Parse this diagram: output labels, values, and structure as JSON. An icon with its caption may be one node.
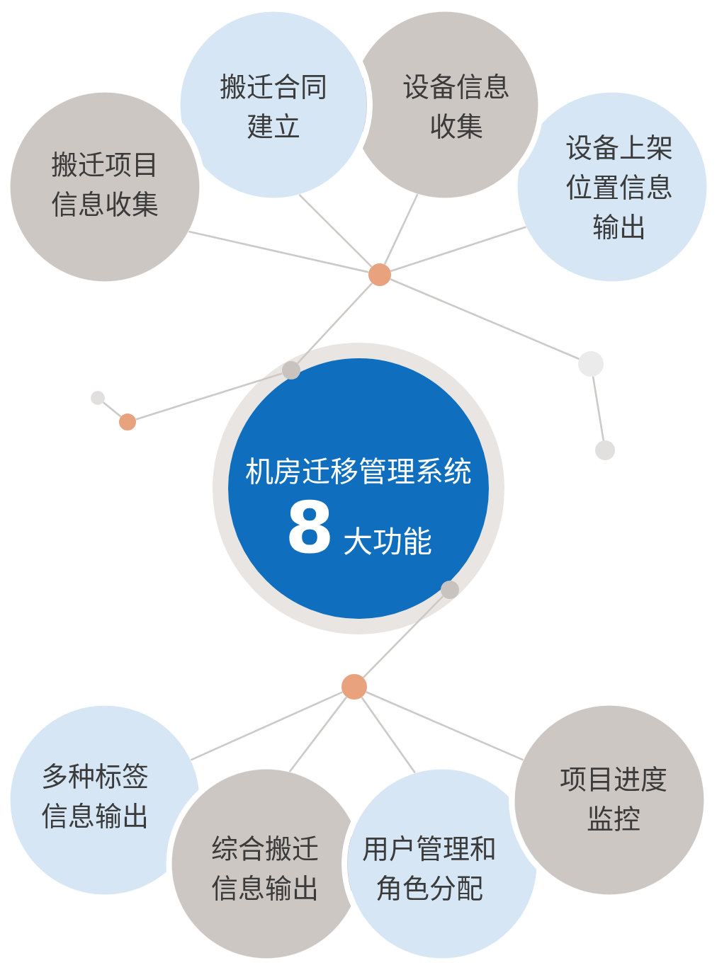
{
  "diagram": {
    "nodes": [
      {
        "text": [
          "搬迁项目信息收集"
        ]
      },
      {
        "text": [
          "搬迁合同建立"
        ]
      },
      {
        "text": [
          "设备信息收集"
        ]
      },
      {
        "text": [
          "设备上架位置信息输出"
        ]
      },
      {
        "text": [],
        "shape": "circle"
      },
      {
        "text": [
          "机房迁移管理系统",
          "8",
          "大功能"
        ]
      },
      {
        "text": [],
        "shape": "circle",
        "in": 5
      },
      {
        "text": [],
        "shape": "circle"
      },
      {
        "text": [],
        "shape": "circle"
      },
      {
        "text": [],
        "shape": "circle"
      },
      {
        "text": [],
        "shape": "circle"
      },
      {
        "text": [],
        "shape": "circle",
        "in": 5
      },
      {
        "text": [],
        "shape": "circle"
      },
      {
        "text": [
          "多种标签信息输出"
        ]
      },
      {
        "text": [
          "综合搬迁信息输出"
        ]
      },
      {
        "text": [
          "用户管理和角色分配"
        ]
      },
      {
        "text": [
          "项目进度监控"
        ]
      }
    ],
    "edges": [
      {
        "from": 4,
        "to": 0,
        "arrow": "none"
      },
      {
        "from": 4,
        "to": 1,
        "arrow": "none"
      },
      {
        "from": 4,
        "to": 2,
        "arrow": "none"
      },
      {
        "from": 4,
        "to": 3,
        "arrow": "none"
      },
      {
        "from": 4,
        "to": 6,
        "arrow": "none"
      },
      {
        "from": 4,
        "to": 7,
        "arrow": "none"
      },
      {
        "from": 6,
        "to": 9,
        "arrow": "none"
      },
      {
        "from": 9,
        "to": 8,
        "arrow": "none"
      },
      {
        "from": 7,
        "to": 10,
        "arrow": "none"
      },
      {
        "from": 11,
        "to": 12,
        "arrow": "none"
      },
      {
        "from": 12,
        "to": 13,
        "arrow": "none"
      },
      {
        "from": 12,
        "to": 14,
        "arrow": "none"
      },
      {
        "from": 12,
        "to": 15,
        "arrow": "none"
      },
      {
        "from": 12,
        "to": 16,
        "arrow": "none"
      }
    ]
  }
}
